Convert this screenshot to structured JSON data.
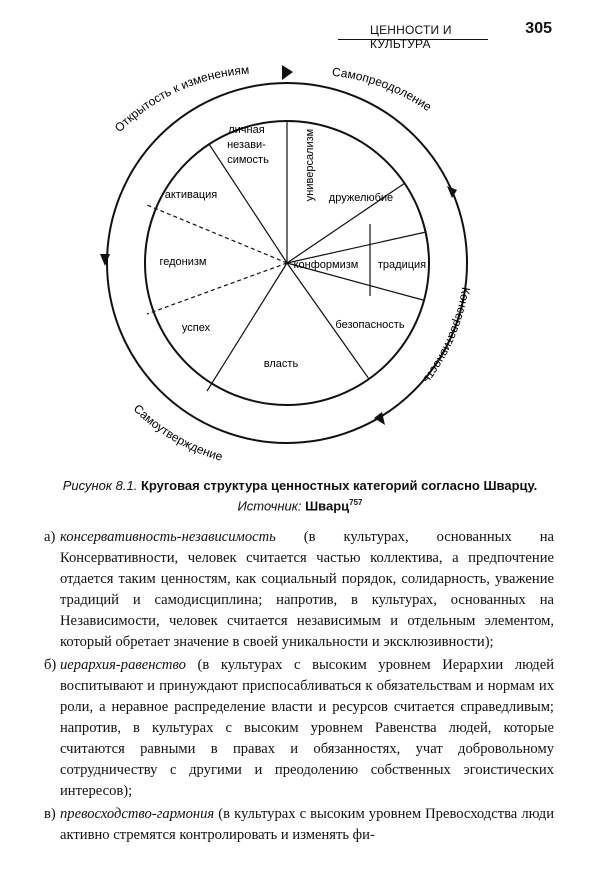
{
  "header": {
    "title": "ЦЕННОСТИ И КУЛЬТУРА",
    "page_number": "305"
  },
  "diagram": {
    "segments": {
      "personal_independence": [
        "личная",
        "незави-",
        "симость"
      ],
      "universalism": "универсализм",
      "activation": "активация",
      "friendliness": "дружелюбие",
      "hedonism": "гедонизм",
      "conformism": "конформизм",
      "tradition": "традиция",
      "success": "успех",
      "security": "безопасность",
      "power": "власть"
    },
    "outer_labels": {
      "openness": "Открытость к изменениям",
      "self_transcendence": "Самопреодоление",
      "conservatism": "Консервативность",
      "self_enhancement": "Самоутверждение"
    }
  },
  "caption": {
    "figure_label": "Рисунок 8.1.",
    "title": "Круговая структура ценностных категорий согласно Шварцу.",
    "source_label": "Источник:",
    "source_name": "Шварц",
    "source_note": "757"
  },
  "body": {
    "items": [
      {
        "marker": "а)",
        "term": "консервативность-независимость",
        "text": " (в культурах, основанных на Консервативности, человек считается частью коллектива, а предпочтение отдается таким ценностям, как социальный порядок, солидарность, уважение традиций и самодисциплина; напротив, в культурах, основанных на Независимости, человек считается независимым и отдельным элементом, который обретает значение в своей уникальности и эксклюзивности);"
      },
      {
        "marker": "б)",
        "term": "иерархия-равенство",
        "text": " (в культурах с высоким уровнем Иерархии людей воспитывают и принуждают приспосабливаться к обязательствам и нормам их роли, а неравное распределение власти и ресурсов считается справедливым; напротив, в культурах с высоким уровнем Равенства людей, которые считаются равными в правах и обязанностях, учат добровольному сотрудничеству с другими и преодолению собственных эгоистических интересов);"
      },
      {
        "marker": "в)",
        "term": "превосходство-гармония",
        "text": " (в культурах с высоким уровнем Превосходства люди активно стремятся контролировать и изменять фи-"
      }
    ]
  }
}
